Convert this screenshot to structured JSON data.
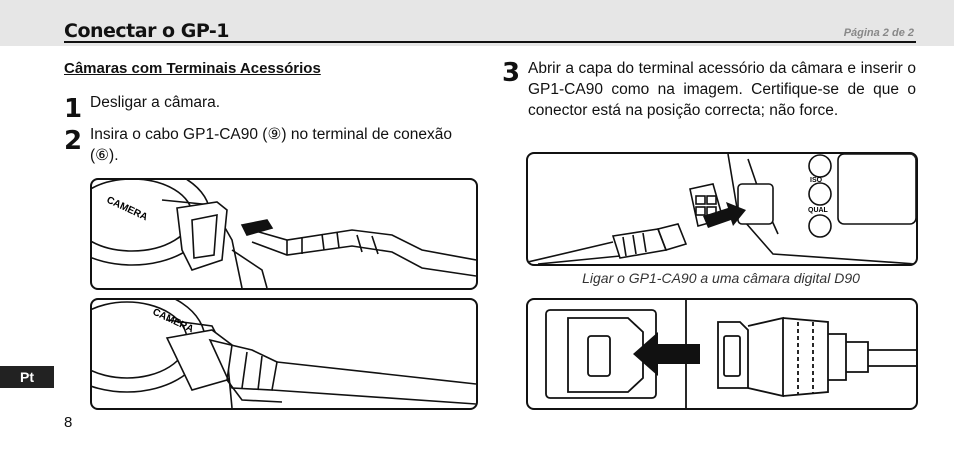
{
  "header": {
    "title": "Conectar o GP-1",
    "page_indicator": "Página 2 de 2"
  },
  "section_heading": "Câmaras com Terminais Acessórios",
  "steps": [
    {
      "number": "1",
      "text": "Desligar a câmara."
    },
    {
      "number": "2",
      "text": "Insira o cabo GP1-CA90 (⑨) no terminal de conexão (⑥)."
    },
    {
      "number": "3",
      "text": "Abrir a capa do terminal acessório da câmara e inserir o GP1-CA90 como na imagem. Certifique-se de que o conector está na posição correcta; não force."
    }
  ],
  "figure_caption": "Ligar o GP1-CA90 a uma câmara digital D90",
  "figure_labels": {
    "camera_text": "CAMERA",
    "button_iso": "ISO",
    "button_qual": "QUAL"
  },
  "language_tab": "Pt",
  "page_number": "8"
}
